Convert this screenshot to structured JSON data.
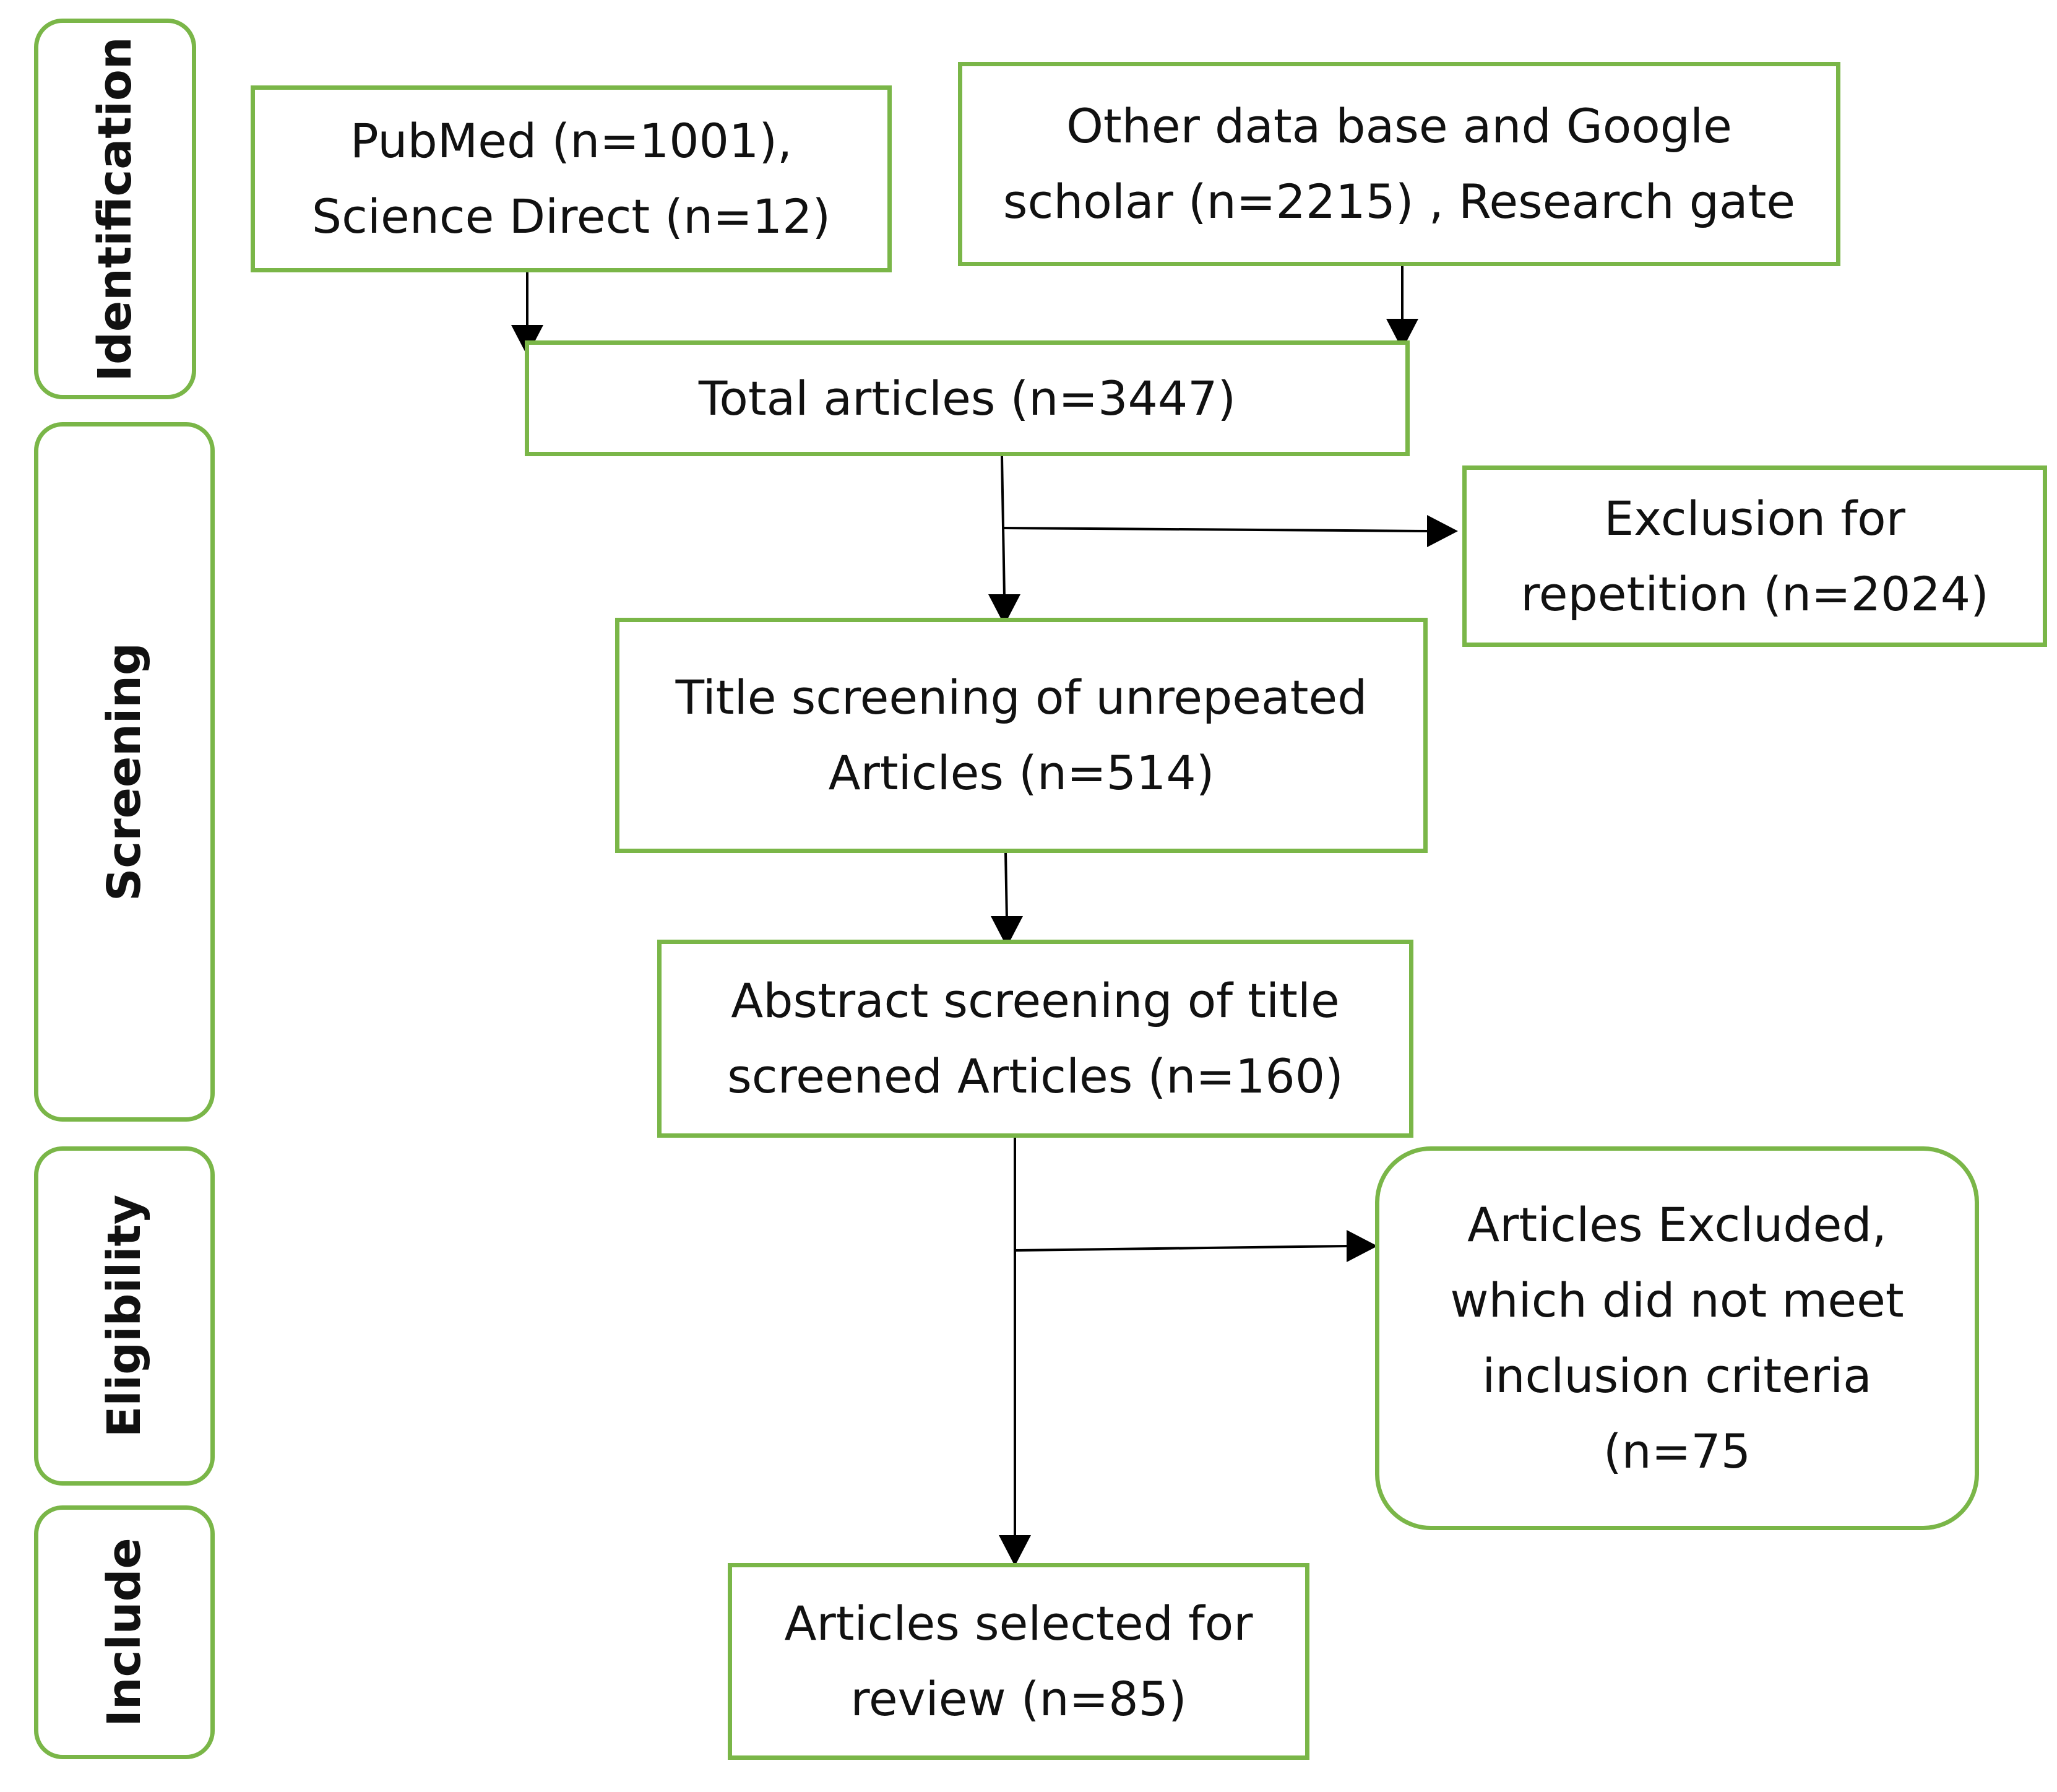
{
  "stages": {
    "identification": "Identification",
    "screening": "Screening",
    "eligibility": "Eligibility",
    "include": "Include"
  },
  "boxes": {
    "pubmed": [
      "PubMed (n=1001),",
      "Science Direct (n=12)"
    ],
    "other_db": [
      "Other data base and Google",
      "scholar (n=2215) , Research gate"
    ],
    "total": [
      "Total articles (n=3447)"
    ],
    "exclusion_repetition": [
      "Exclusion for",
      "repetition (n=2024)"
    ],
    "title_screening": [
      "Title screening of  unrepeated",
      "Articles (n=514)"
    ],
    "abstract_screening": [
      "Abstract screening of title",
      "screened Articles (n=160)"
    ],
    "excluded": [
      "Articles Excluded,",
      "which did not meet",
      "inclusion criteria",
      "(n=75"
    ],
    "selected": [
      "Articles selected for",
      "review (n=85)"
    ]
  },
  "colors": {
    "box_border": "#7ab648",
    "arrow": "#000000"
  }
}
